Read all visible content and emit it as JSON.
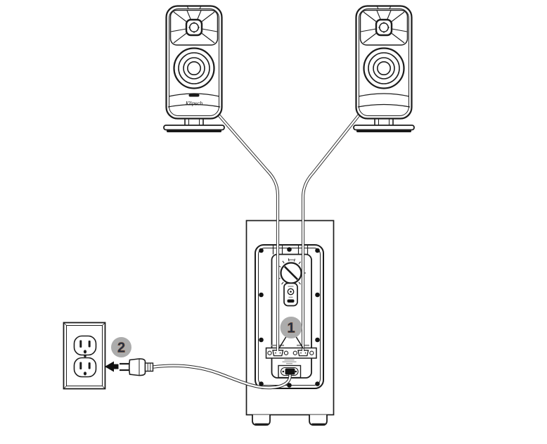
{
  "figure": {
    "callout_1": {
      "number": "1",
      "points_to": "speaker-cable-connectors"
    },
    "callout_2": {
      "number": "2",
      "points_to": "power-plug-into-outlet"
    },
    "brand_logo_text": "Klipsch",
    "colors": {
      "line": "#1c1c1c",
      "badge_fill": "#acacac",
      "badge_number_fill": "#263245",
      "badge_number_outline": "#a9622f",
      "background": "#ffffff"
    }
  }
}
